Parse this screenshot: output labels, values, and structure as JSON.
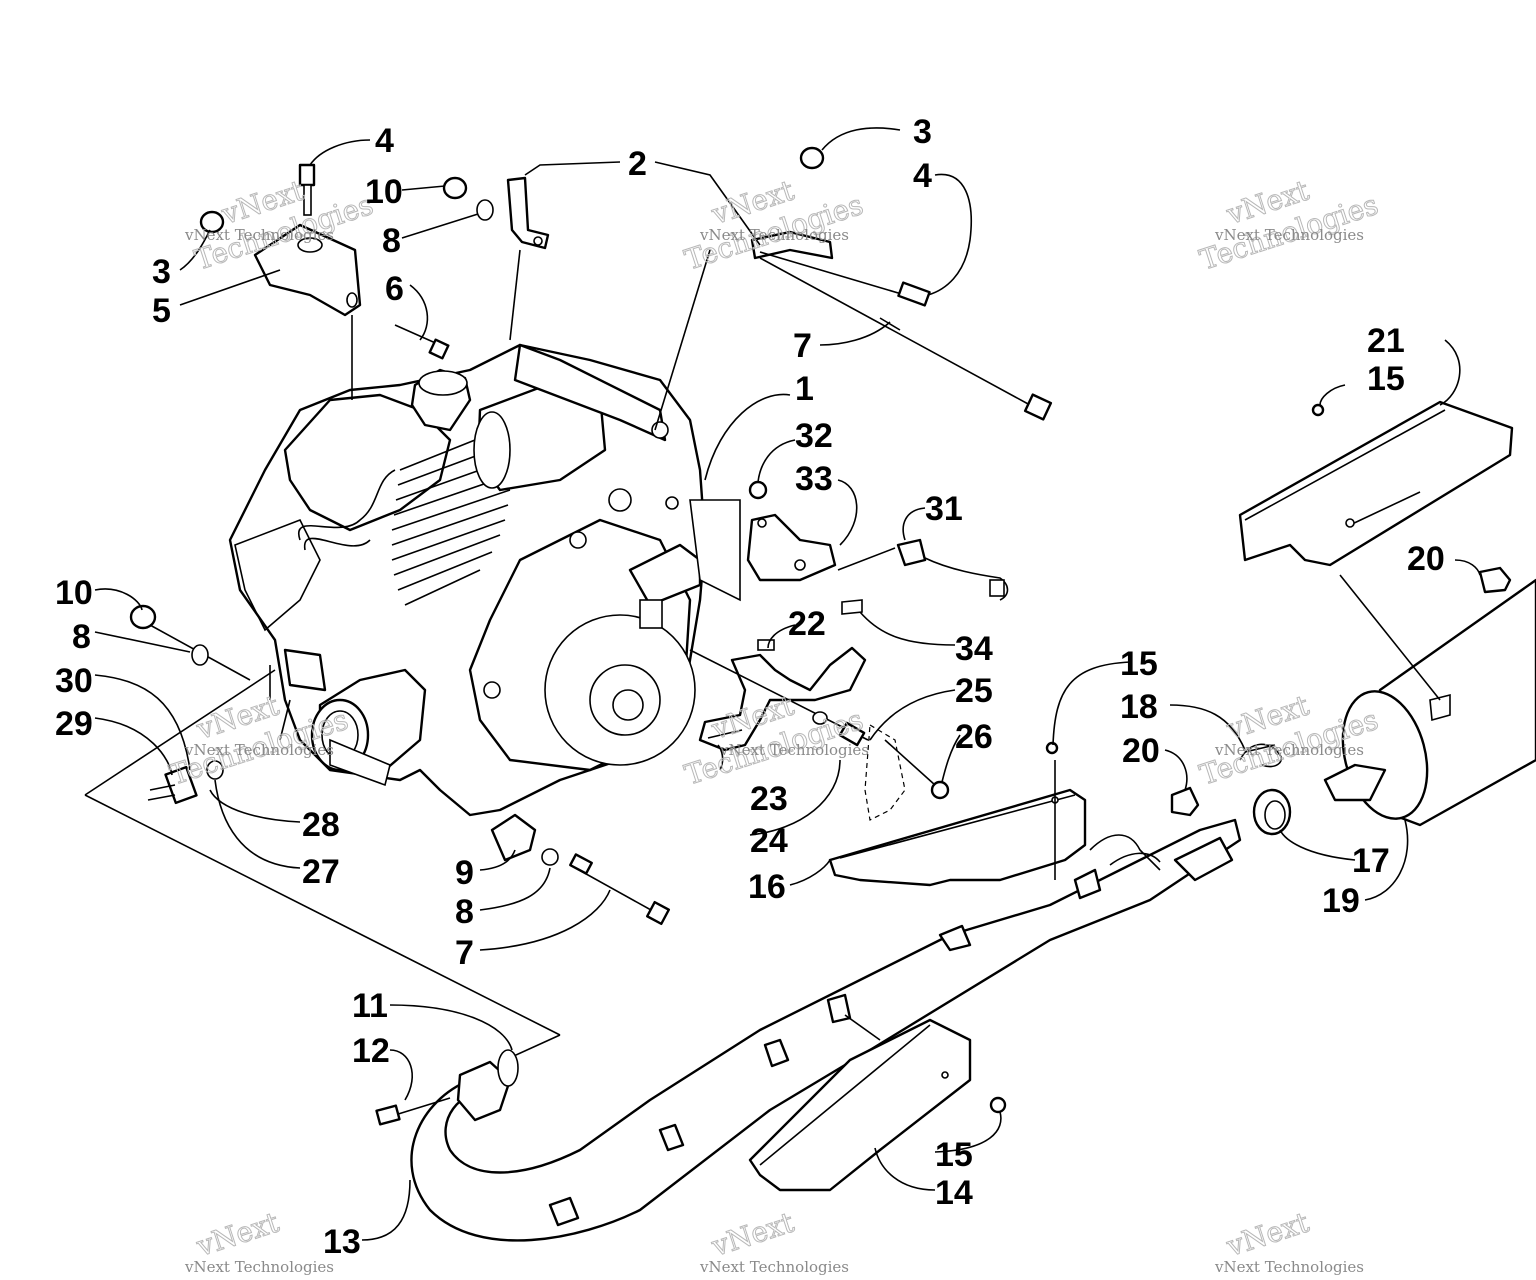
{
  "callouts": {
    "c4a": "4",
    "c10a": "10",
    "c8a": "8",
    "c3a": "3",
    "c5": "5",
    "c6": "6",
    "c2": "2",
    "c3b": "3",
    "c4b": "4",
    "c7a": "7",
    "c1": "1",
    "c32": "32",
    "c33": "33",
    "c31": "31",
    "c34": "34",
    "c21": "21",
    "c15a": "15",
    "c20a": "20",
    "c10b": "10",
    "c8b": "8",
    "c30": "30",
    "c29": "29",
    "c28": "28",
    "c27": "27",
    "c22": "22",
    "c25": "25",
    "c26": "26",
    "c23": "23",
    "c24": "24",
    "c15b": "15",
    "c18": "18",
    "c20b": "20",
    "c17": "17",
    "c19": "19",
    "c16": "16",
    "c9": "9",
    "c8c": "8",
    "c7b": "7",
    "c11": "11",
    "c12": "12",
    "c13": "13",
    "c15c": "15",
    "c14": "14"
  },
  "watermark": {
    "small": "vNext Technologies",
    "big_top": "vNext",
    "big_bottom": "Technologies"
  }
}
